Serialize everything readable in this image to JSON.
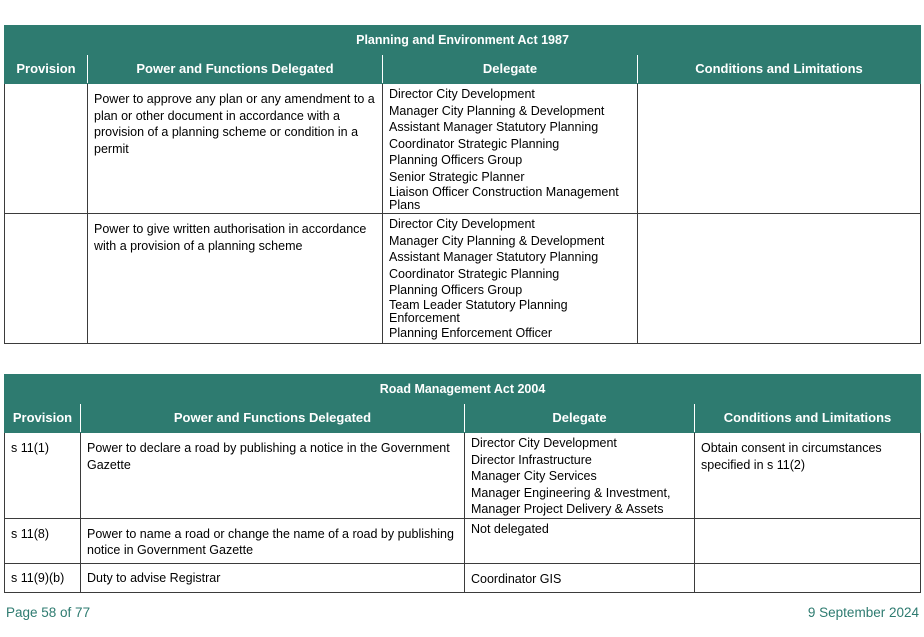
{
  "tables": [
    {
      "title": "Planning and Environment Act 1987",
      "headers": [
        "Provision",
        "Power and Functions Delegated",
        "Delegate",
        "Conditions and Limitations"
      ],
      "rows": [
        {
          "provision": "",
          "power": "Power to approve any plan or any amendment to a plan or other document in accordance with a provision of a planning scheme or condition in a permit",
          "delegates": [
            "Director City Development",
            "Manager City Planning & Development",
            "Assistant Manager Statutory Planning",
            "Coordinator Strategic Planning",
            "Planning Officers Group",
            "Senior Strategic Planner",
            "Liaison Officer Construction Management Plans"
          ],
          "conditions": ""
        },
        {
          "provision": "",
          "power": "Power to give written authorisation in accordance with a provision of a planning scheme",
          "delegates": [
            "Director City Development",
            "Manager City Planning & Development",
            "Assistant Manager Statutory Planning",
            "Coordinator Strategic Planning",
            "Planning Officers Group",
            "Team Leader Statutory Planning Enforcement",
            "Planning Enforcement Officer"
          ],
          "conditions": ""
        }
      ]
    },
    {
      "title": "Road Management Act 2004",
      "headers": [
        "Provision",
        "Power and Functions Delegated",
        "Delegate",
        "Conditions and Limitations"
      ],
      "rows": [
        {
          "provision": "s 11(1)",
          "power": "Power to declare a road by publishing a notice in the Government Gazette",
          "delegates": [
            "Director City Development",
            "Director Infrastructure",
            "Manager City Services",
            "Manager Engineering & Investment,",
            "Manager Project Delivery & Assets"
          ],
          "conditions": "Obtain consent in circumstances specified in s 11(2)"
        },
        {
          "provision": "s 11(8)",
          "power": "Power to name a road or change the name of a road by publishing notice in Government Gazette",
          "delegates": [
            "Not delegated"
          ],
          "conditions": ""
        },
        {
          "provision": "s 11(9)(b)",
          "power": "Duty to advise Registrar",
          "delegates": [
            "Coordinator GIS"
          ],
          "conditions": ""
        }
      ]
    }
  ],
  "footer": {
    "page": "Page 58 of 77",
    "date": "9 September 2024"
  }
}
